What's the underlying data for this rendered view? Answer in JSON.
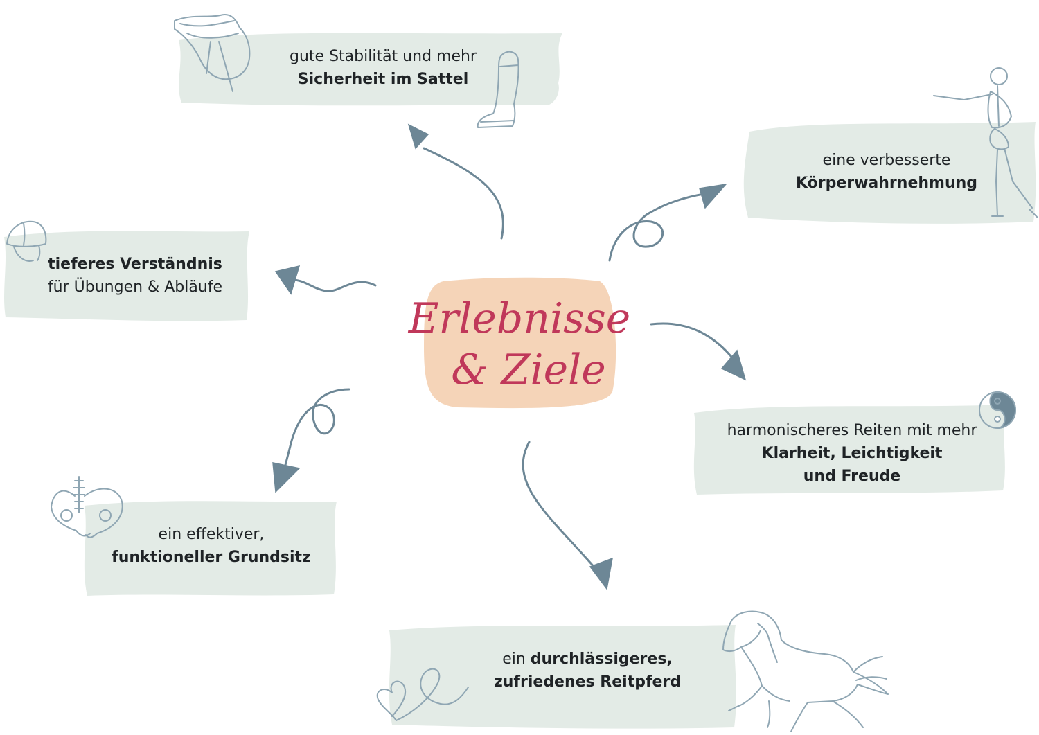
{
  "colors": {
    "brush": "#e3ebe6",
    "center_fill": "#f5d4b8",
    "title": "#c0385a",
    "arrow": "#6d8796",
    "sketch": "#8fa6b3",
    "text": "#1f2326"
  },
  "center": {
    "line1": "Erlebnisse",
    "line2": "& Ziele"
  },
  "nodes": {
    "sattel": {
      "line1": "gute Stabilität und mehr",
      "line2": "Sicherheit im Sattel"
    },
    "koerper": {
      "line1": "eine verbesserte",
      "line2": "Körperwahrnehmung"
    },
    "verstaendnis": {
      "line1": "tieferes Verständnis",
      "line2": "für Übungen & Abläufe"
    },
    "reiten": {
      "line1": "harmonischeres Reiten mit mehr",
      "line2": "Klarheit, Leichtigkeit",
      "line3": "und Freude"
    },
    "grundsitz": {
      "line1": "ein effektiver,",
      "line2": "funktioneller Grundsitz"
    },
    "reitpferd": {
      "line1a": "ein ",
      "line1b": "durchlässigeres,",
      "line2": "zufriedenes Reitpferd"
    }
  },
  "icons": [
    "saddle-icon",
    "riding-boot-icon",
    "skeleton-icon",
    "riding-helmet-icon",
    "yin-yang-icon",
    "pelvis-icon",
    "horse-icon",
    "heart-icon"
  ]
}
